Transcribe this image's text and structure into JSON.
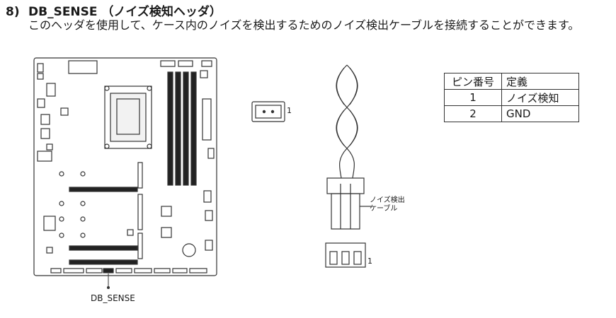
{
  "section": {
    "number": "8)",
    "title": "DB_SENSE （ノイズ検知ヘッダ）",
    "description": "このヘッダを使用して、ケース内のノイズを検出するためのノイズ検出ケーブルを接続することができます。"
  },
  "diagram": {
    "board_label": "DB_SENSE",
    "header_pin_label": "1",
    "cable_label_line1": "ノイズ検出",
    "cable_label_line2": "ケーブル",
    "connector_pin_label": "1"
  },
  "pin_table": {
    "headers": [
      "ピン番号",
      "定義"
    ],
    "rows": [
      {
        "pin": "1",
        "definition": "ノイズ検知"
      },
      {
        "pin": "2",
        "definition": "GND"
      }
    ]
  }
}
